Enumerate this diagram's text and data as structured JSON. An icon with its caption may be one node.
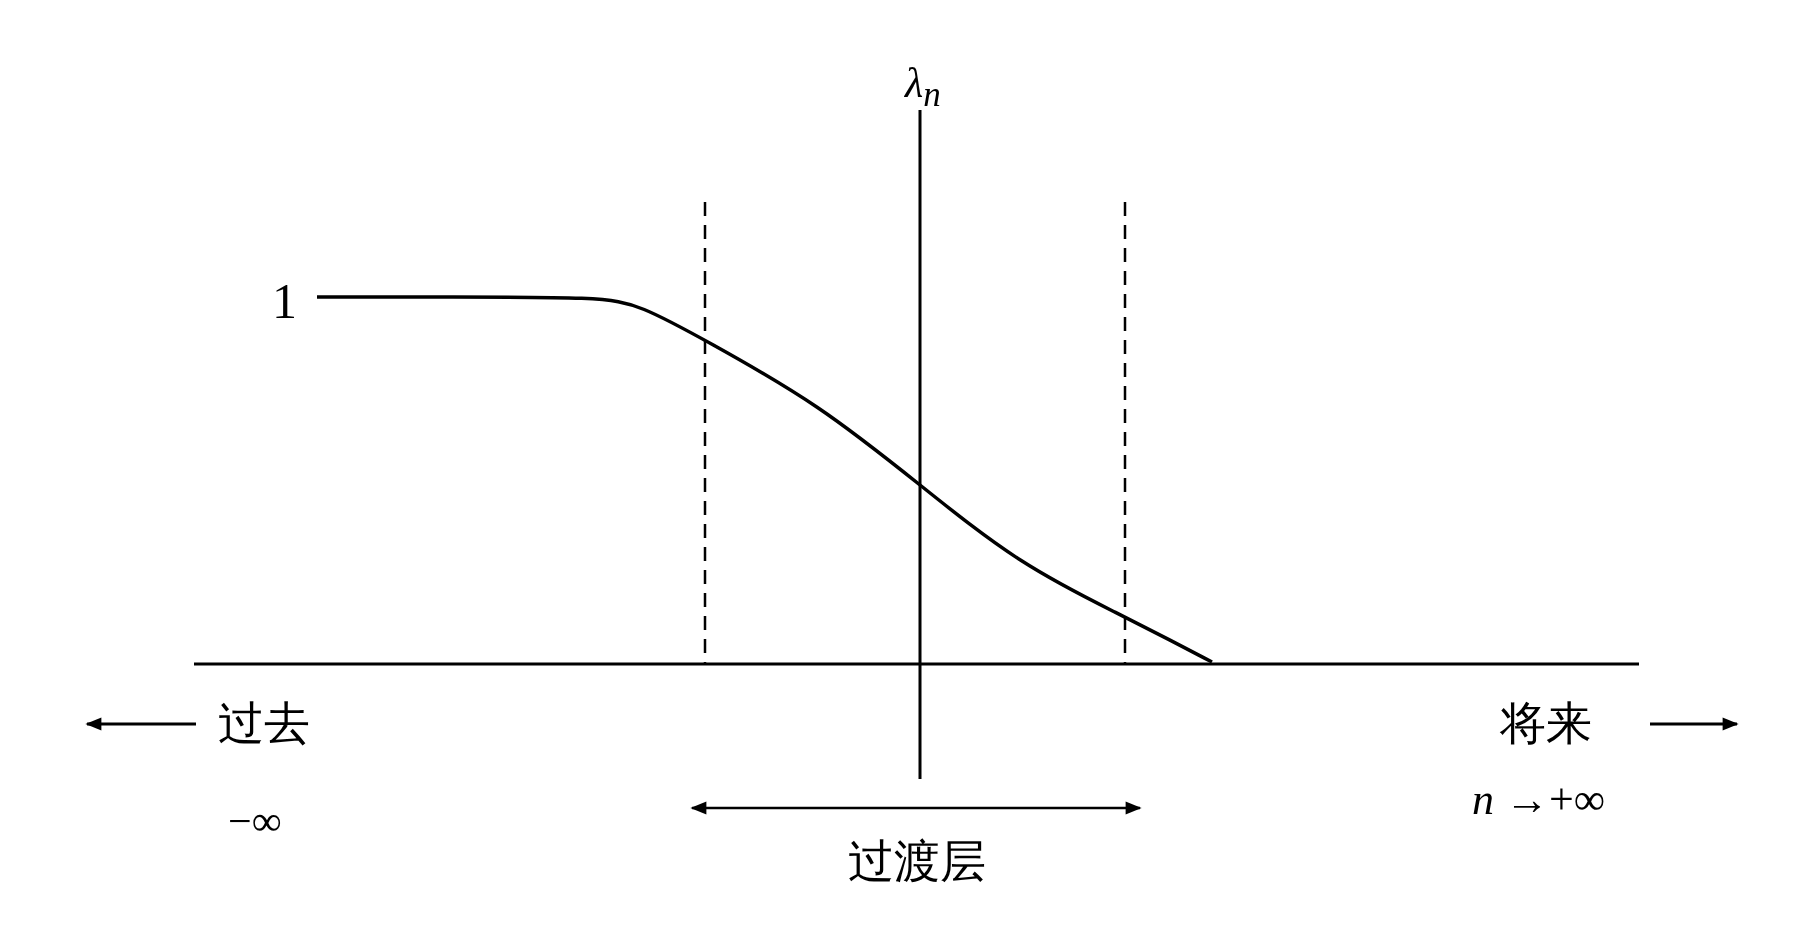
{
  "diagram": {
    "labels": [
      "λ$_{n}$",
      "1",
      "过去",
      "−∞",
      "将来",
      "*n* →+∞",
      "过渡层"
    ]
  }
}
